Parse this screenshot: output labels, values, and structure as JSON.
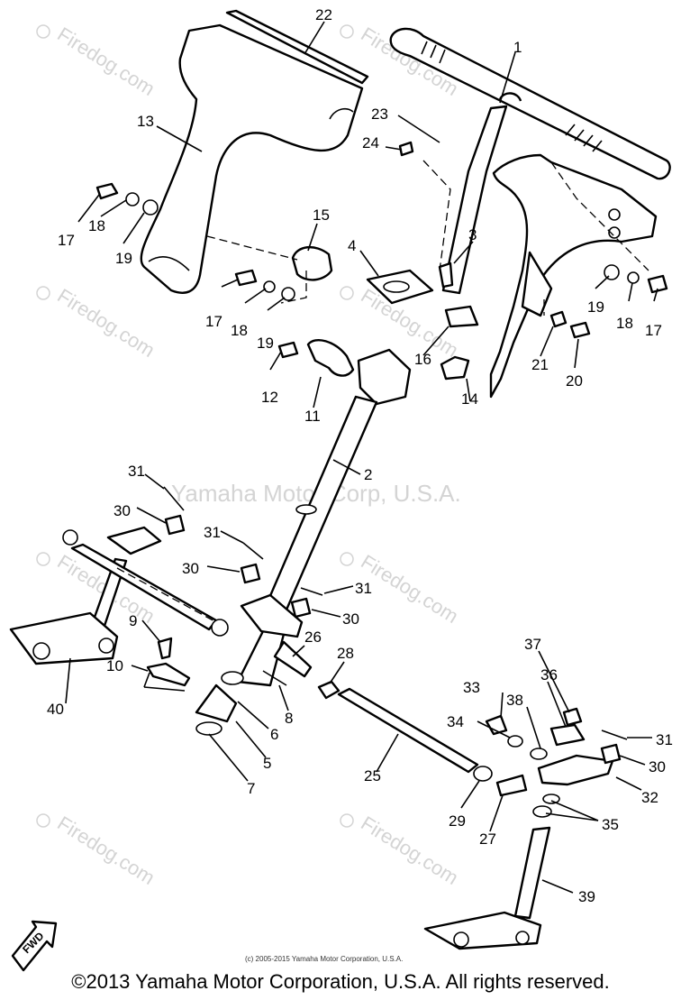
{
  "watermark_center": "Yamaha Motor Corp, U.S.A.",
  "watermark_tile": "Firedog.com",
  "small_notice": "(c) 2005-2015 Yamaha Motor Corporation, U.S.A.",
  "fwd_label": "FWD",
  "copyright": "©2013 Yamaha Motor Corporation, U.S.A. All rights reserved.",
  "callouts": [
    "1",
    "2",
    "3",
    "4",
    "5",
    "6",
    "7",
    "8",
    "9",
    "10",
    "11",
    "12",
    "13",
    "14",
    "15",
    "16",
    "17",
    "17",
    "17",
    "18",
    "18",
    "18",
    "19",
    "19",
    "19",
    "20",
    "21",
    "22",
    "23",
    "24",
    "25",
    "26",
    "27",
    "28",
    "29",
    "30",
    "30",
    "30",
    "30",
    "31",
    "31",
    "31",
    "31",
    "32",
    "33",
    "34",
    "35",
    "36",
    "37",
    "38",
    "39",
    "40"
  ]
}
